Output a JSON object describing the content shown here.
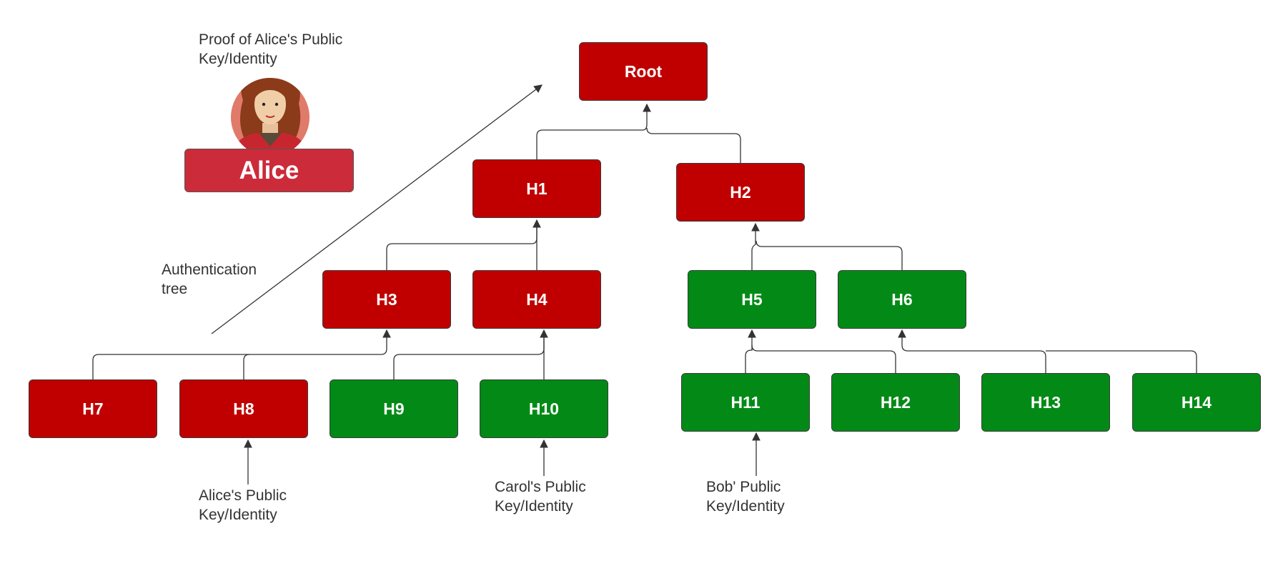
{
  "nodes": {
    "root": "Root",
    "h1": "H1",
    "h2": "H2",
    "h3": "H3",
    "h4": "H4",
    "h5": "H5",
    "h6": "H6",
    "h7": "H7",
    "h8": "H8",
    "h9": "H9",
    "h10": "H10",
    "h11": "H11",
    "h12": "H12",
    "h13": "H13",
    "h14": "H14"
  },
  "colors": {
    "path_node": "#c00000",
    "other_node": "#038a16",
    "badge": "#cc2b3a"
  },
  "labels": {
    "proof_line1": "Proof of Alice's Public",
    "proof_line2": "Key/Identity",
    "alice_name": "Alice",
    "auth_line1": "Authentication",
    "auth_line2": "tree",
    "alice_key_line1": "Alice's Public",
    "alice_key_line2": "Key/Identity",
    "carol_key_line1": "Carol's Public",
    "carol_key_line2": "Key/Identity",
    "bob_key_line1": "Bob' Public",
    "bob_key_line2": "Key/Identity"
  },
  "icons": {
    "avatar": "woman-avatar-icon"
  }
}
